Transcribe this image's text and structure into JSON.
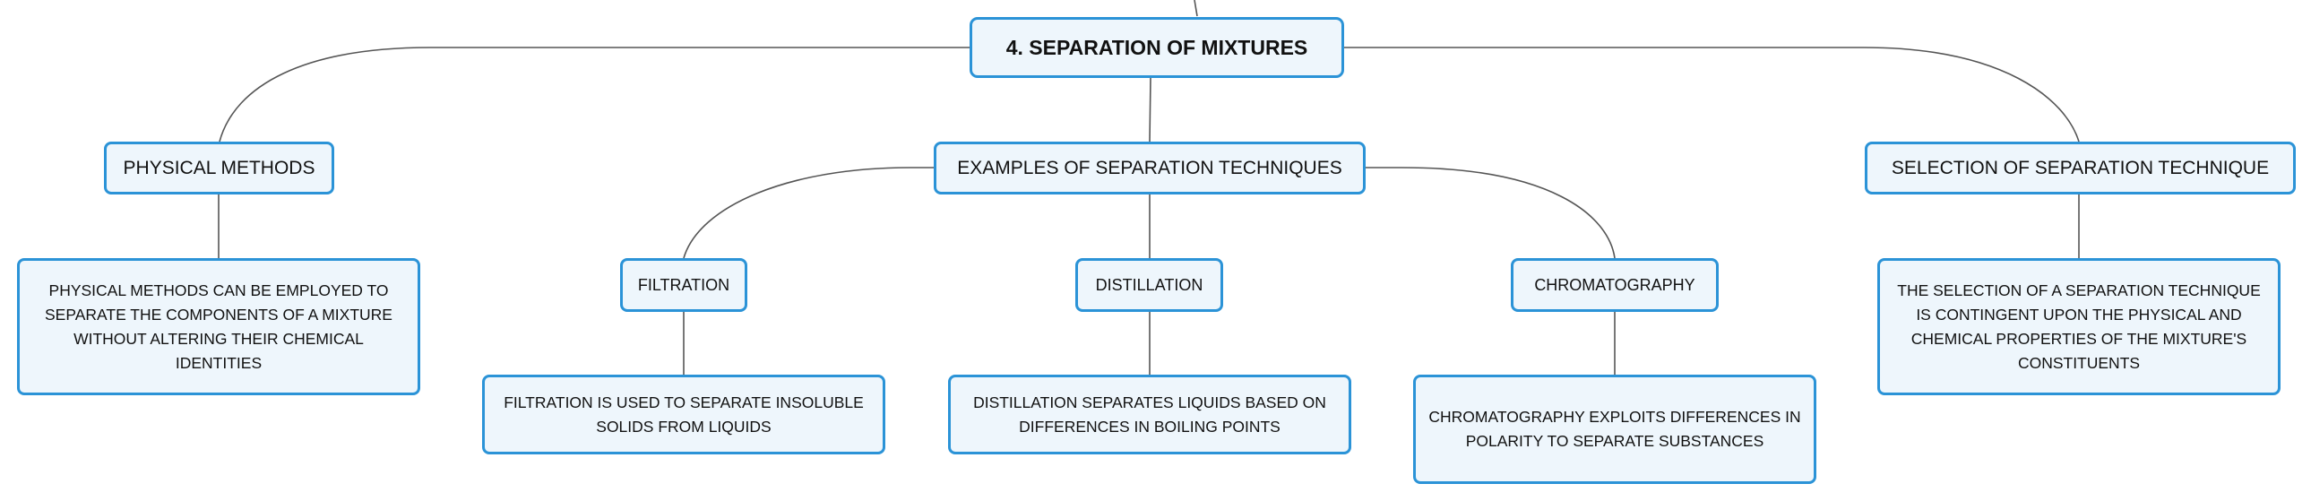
{
  "colors": {
    "node_border": "#2b93d7",
    "node_fill": "#eef6fc",
    "connector": "#555555",
    "text": "#111111"
  },
  "root": {
    "label": "4. SEPARATION OF MIXTURES"
  },
  "branches": [
    {
      "label": "PHYSICAL METHODS",
      "children": [
        {
          "label": "PHYSICAL METHODS CAN BE EMPLOYED TO SEPARATE THE COMPONENTS OF A MIXTURE WITHOUT ALTERING THEIR CHEMICAL IDENTITIES"
        }
      ]
    },
    {
      "label": "EXAMPLES OF SEPARATION TECHNIQUES",
      "children": [
        {
          "label": "FILTRATION",
          "detail": "FILTRATION IS USED TO SEPARATE INSOLUBLE SOLIDS FROM LIQUIDS"
        },
        {
          "label": "DISTILLATION",
          "detail": "DISTILLATION SEPARATES LIQUIDS BASED ON DIFFERENCES IN BOILING POINTS"
        },
        {
          "label": "CHROMATOGRAPHY",
          "detail": "CHROMATOGRAPHY EXPLOITS DIFFERENCES IN POLARITY TO SEPARATE SUBSTANCES"
        }
      ]
    },
    {
      "label": "SELECTION OF SEPARATION TECHNIQUE",
      "children": [
        {
          "label": "THE SELECTION OF A SEPARATION TECHNIQUE IS CONTINGENT UPON THE PHYSICAL AND CHEMICAL PROPERTIES OF THE MIXTURE'S CONSTITUENTS"
        }
      ]
    }
  ]
}
